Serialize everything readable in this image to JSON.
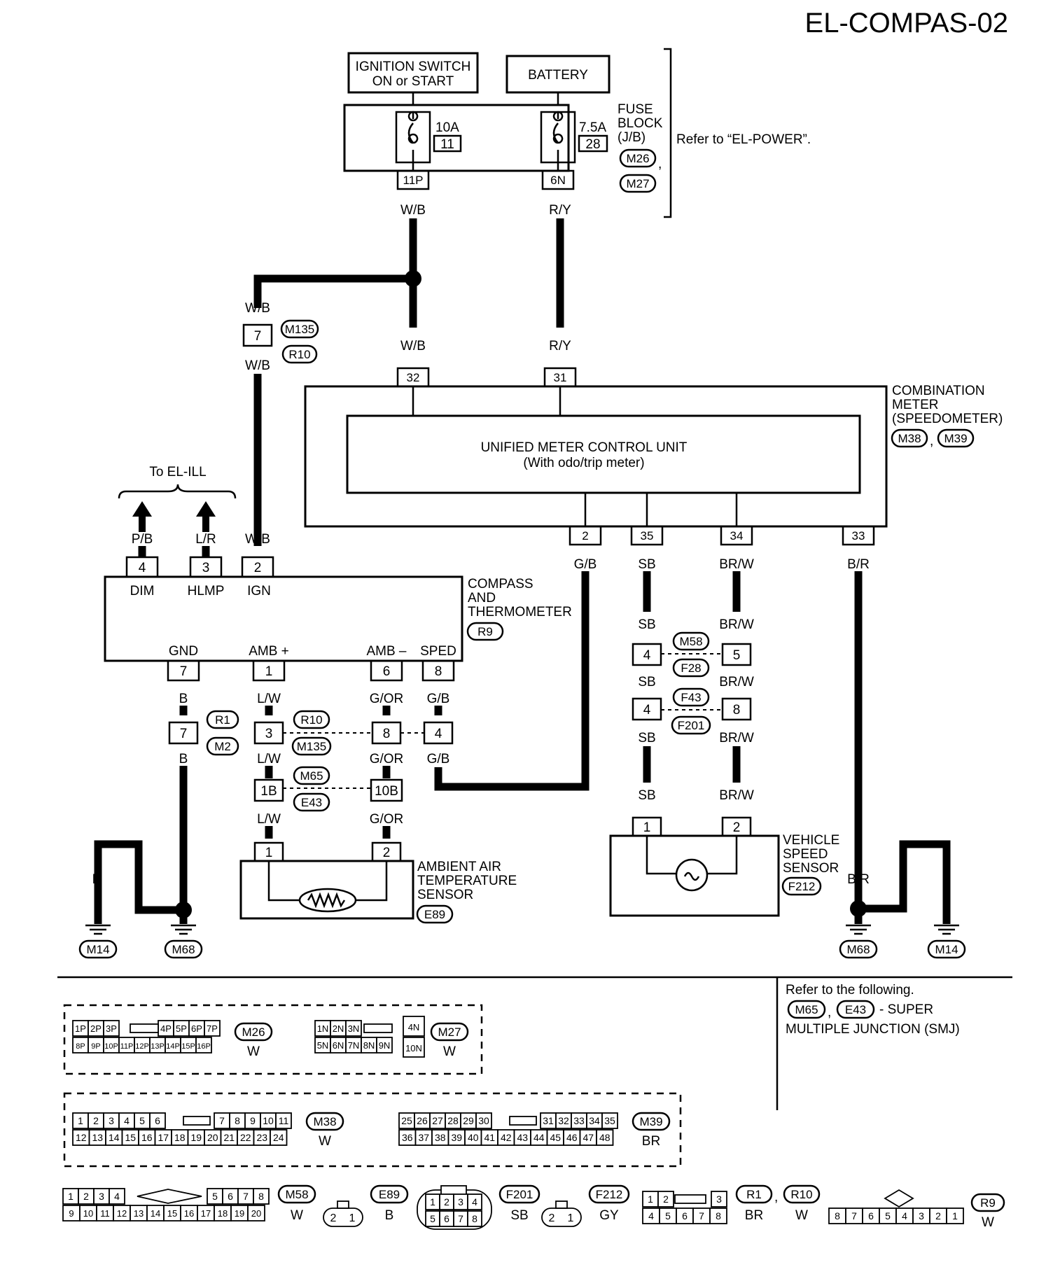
{
  "diagram": {
    "title": "EL-COMPAS-02",
    "power": {
      "ignition_switch": [
        "IGNITION SWITCH",
        "ON or START"
      ],
      "battery": "BATTERY",
      "fuse_block": [
        "FUSE",
        "BLOCK",
        "(J/B)"
      ],
      "fuse_block_connectors": [
        "M26",
        "M27"
      ],
      "fuse_block_comma": ",",
      "refer": "Refer to “EL-POWER”.",
      "fuse1_amp": "10A",
      "fuse1_no": "11",
      "fuse2_amp": "7.5A",
      "fuse2_no": "28",
      "term1": "11P",
      "term2": "6N"
    },
    "wire_colors": {
      "wb": "W/B",
      "ry": "R/Y",
      "pb": "P/B",
      "lr": "L/R",
      "gb": "G/B",
      "sb": "SB",
      "brw": "BR/W",
      "br": "B/R",
      "b": "B",
      "lw": "L/W",
      "gor": "G/OR"
    },
    "joint_connector": {
      "pin": "7",
      "codes": [
        "M135",
        "R10"
      ]
    },
    "combination_meter": {
      "label": [
        "COMBINATION",
        "METER",
        "(SPEEDOMETER)"
      ],
      "connectors": [
        "M38",
        "M39"
      ],
      "comma": ",",
      "unit_title": "UNIFIED METER CONTROL UNIT",
      "unit_subtitle": "(With odo/trip meter)",
      "pins_top": [
        "32",
        "31"
      ],
      "pins_bottom": [
        "2",
        "35",
        "34",
        "33"
      ]
    },
    "to_el_ill": "To EL-ILL",
    "compass": {
      "label": [
        "COMPASS",
        "AND",
        "THERMOMETER"
      ],
      "connector": "R9",
      "pins_top": [
        "4",
        "3",
        "2"
      ],
      "labels_top": [
        "DIM",
        "HLMP",
        "IGN"
      ],
      "pins_bottom": [
        "7",
        "1",
        "6",
        "8"
      ],
      "labels_bottom": [
        "GND",
        "AMB +",
        "AMB –",
        "SPED"
      ]
    },
    "inline": {
      "r1m2": {
        "pin": "7",
        "codes": [
          "R1",
          "M2"
        ]
      },
      "r10m135": {
        "pins": [
          "3",
          "8",
          "4"
        ],
        "codes": [
          "R10",
          "M135"
        ]
      },
      "m65e43": {
        "pins": [
          "1B",
          "10B"
        ],
        "codes": [
          "M65",
          "E43"
        ]
      },
      "m58f28": {
        "pins": [
          "4",
          "5"
        ],
        "codes": [
          "M58",
          "F28"
        ]
      },
      "f43f201": {
        "pins": [
          "4",
          "8"
        ],
        "codes": [
          "F43",
          "F201"
        ]
      }
    },
    "ambient_sensor": {
      "label": [
        "AMBIENT AIR",
        "TEMPERATURE",
        "SENSOR"
      ],
      "connector": "E89",
      "pins": [
        "1",
        "2"
      ]
    },
    "speed_sensor": {
      "label": [
        "VEHICLE",
        "SPEED",
        "SENSOR"
      ],
      "connector": "F212",
      "pins": [
        "1",
        "2"
      ]
    },
    "grounds": [
      "M14",
      "M68",
      "M68",
      "M14"
    ]
  },
  "connector_views": {
    "refer_note": [
      "Refer to the following.",
      "- SUPER",
      "MULTIPLE JUNCTION (SMJ)"
    ],
    "refer_codes": [
      "M65",
      "E43"
    ],
    "refer_comma": ",",
    "m26": {
      "code": "M26",
      "color": "W",
      "row1": [
        "1P",
        "2P",
        "3P",
        "4P",
        "5P",
        "6P",
        "7P"
      ],
      "row2": [
        "8P",
        "9P",
        "10P",
        "11P",
        "12P",
        "13P",
        "14P",
        "15P",
        "16P"
      ]
    },
    "m27": {
      "code": "M27",
      "color": "W",
      "row1": [
        "1N",
        "2N",
        "3N"
      ],
      "row2": [
        "5N",
        "6N",
        "7N",
        "8N",
        "9N"
      ],
      "side": [
        "4N",
        "10N"
      ]
    },
    "m38": {
      "code": "M38",
      "color": "W",
      "row1": [
        "1",
        "2",
        "3",
        "4",
        "5",
        "6",
        "7",
        "8",
        "9",
        "10",
        "11"
      ],
      "row2": [
        "12",
        "13",
        "14",
        "15",
        "16",
        "17",
        "18",
        "19",
        "20",
        "21",
        "22",
        "23",
        "24"
      ]
    },
    "m39": {
      "code": "M39",
      "color": "BR",
      "row1": [
        "25",
        "26",
        "27",
        "28",
        "29",
        "30",
        "31",
        "32",
        "33",
        "34",
        "35"
      ],
      "row2": [
        "36",
        "37",
        "38",
        "39",
        "40",
        "41",
        "42",
        "43",
        "44",
        "45",
        "46",
        "47",
        "48"
      ]
    },
    "m58": {
      "code": "M58",
      "color": "W",
      "row1": [
        "1",
        "2",
        "3",
        "4",
        "5",
        "6",
        "7",
        "8"
      ],
      "row2": [
        "9",
        "10",
        "11",
        "12",
        "13",
        "14",
        "15",
        "16",
        "17",
        "18",
        "19",
        "20"
      ]
    },
    "e89": {
      "code": "E89",
      "color": "B",
      "pins": [
        "2",
        "1"
      ]
    },
    "f201": {
      "code": "F201",
      "color": "SB",
      "row1": [
        "1",
        "2",
        "3",
        "4"
      ],
      "row2": [
        "5",
        "6",
        "7",
        "8"
      ]
    },
    "f212": {
      "code": "F212",
      "color": "GY",
      "pins": [
        "2",
        "1"
      ]
    },
    "r1": {
      "code": "R1",
      "color": "BR",
      "row1": [
        "1",
        "2",
        "3"
      ],
      "row2": [
        "4",
        "5",
        "6",
        "7",
        "8"
      ]
    },
    "r10": {
      "code": "R10",
      "color": "W"
    },
    "r1r10_comma": ",",
    "r9": {
      "code": "R9",
      "color": "W",
      "pins": [
        "8",
        "7",
        "6",
        "5",
        "4",
        "3",
        "2",
        "1"
      ]
    }
  }
}
